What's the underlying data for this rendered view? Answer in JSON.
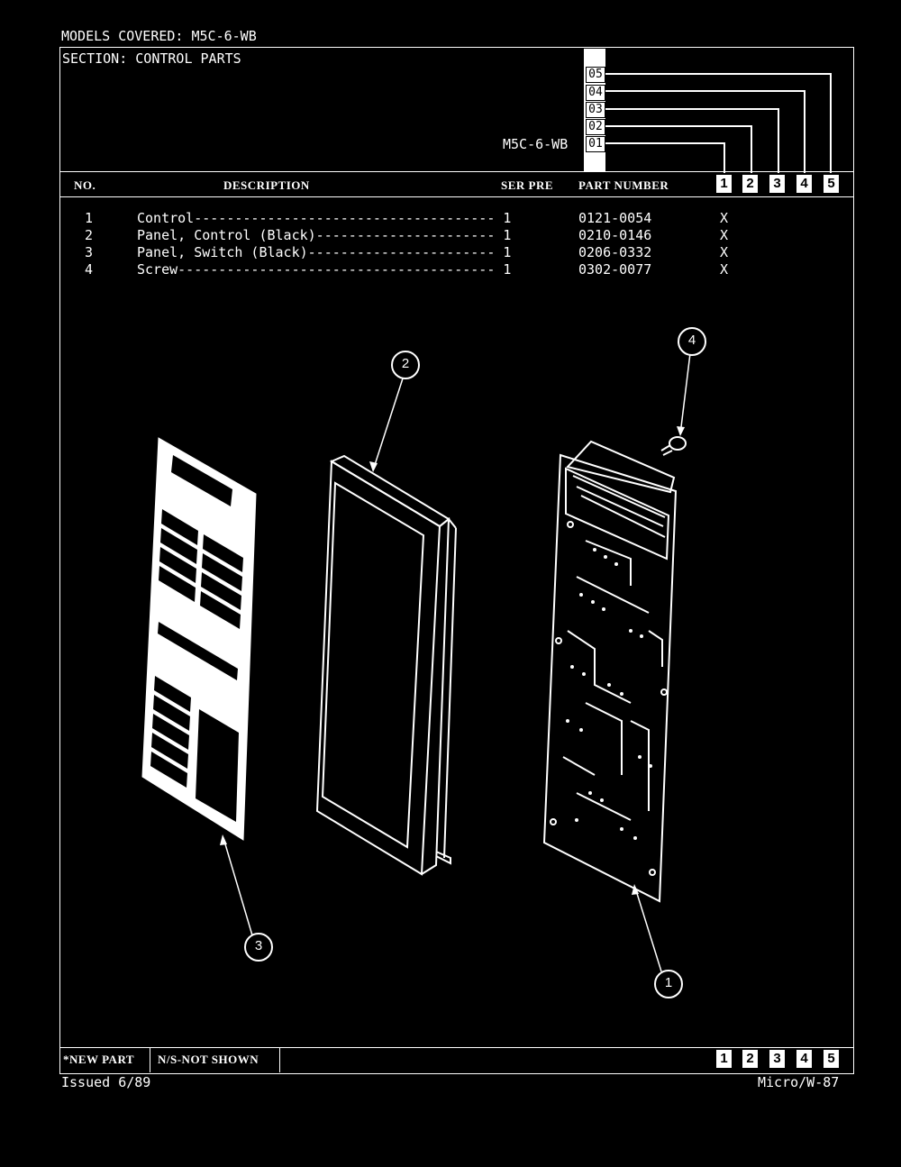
{
  "header": {
    "models_covered": "MODELS COVERED:  M5C-6-WB",
    "section": "SECTION:  CONTROL PARTS",
    "model_name": "M5C-6-WB",
    "model_codes": [
      "05",
      "04",
      "03",
      "02",
      "01"
    ]
  },
  "table": {
    "columns": {
      "no": "NO.",
      "description": "DESCRIPTION",
      "ser_pre": "SER PRE",
      "part_number": "PART NUMBER"
    },
    "model_columns": [
      "1",
      "2",
      "3",
      "4",
      "5"
    ],
    "rows": [
      {
        "no": "1",
        "description": "Control------------------------------------- 1",
        "part": "0121-0054",
        "mark": "X"
      },
      {
        "no": "2",
        "description": "Panel, Control (Black)---------------------- 1",
        "part": "0210-0146",
        "mark": "X"
      },
      {
        "no": "3",
        "description": "Panel, Switch (Black)----------------------- 1",
        "part": "0206-0332",
        "mark": "X"
      },
      {
        "no": "4",
        "description": "Screw--------------------------------------- 1",
        "part": "0302-0077",
        "mark": "X"
      }
    ]
  },
  "callouts": [
    "1",
    "2",
    "3",
    "4"
  ],
  "footer": {
    "new_part": "*NEW PART",
    "not_shown": "N/S-NOT SHOWN",
    "model_columns": [
      "1",
      "2",
      "3",
      "4",
      "5"
    ],
    "issued": "Issued 6/89",
    "page_ref": "Micro/W-87"
  }
}
